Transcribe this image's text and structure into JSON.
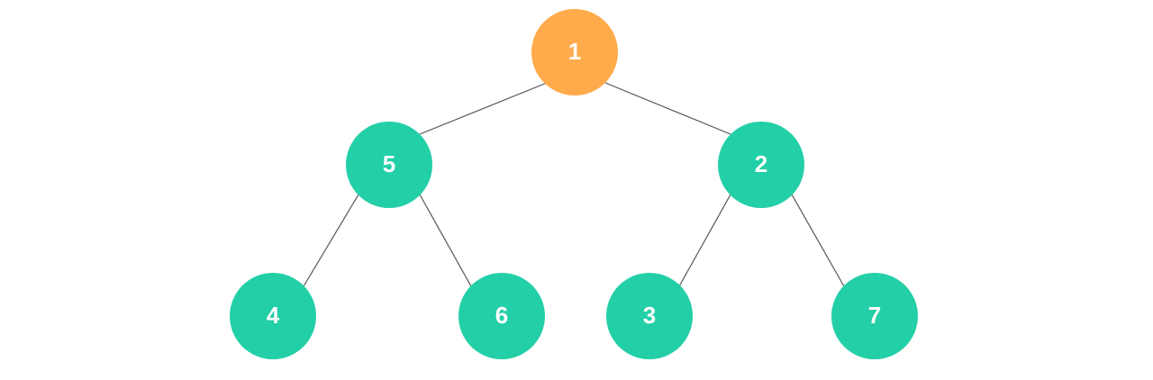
{
  "colors": {
    "root_fill": "#FFAB4C",
    "node_fill": "#23CFA7",
    "edge_stroke": "#555555",
    "label_color": "#FFFFFF"
  },
  "nodes": {
    "n1": {
      "label": "1",
      "role": "root"
    },
    "n5": {
      "label": "5",
      "role": "node"
    },
    "n2": {
      "label": "2",
      "role": "node"
    },
    "n4": {
      "label": "4",
      "role": "node"
    },
    "n6": {
      "label": "6",
      "role": "node"
    },
    "n3": {
      "label": "3",
      "role": "node"
    },
    "n7": {
      "label": "7",
      "role": "node"
    }
  },
  "edges": [
    [
      "n1",
      "n5"
    ],
    [
      "n1",
      "n2"
    ],
    [
      "n5",
      "n4"
    ],
    [
      "n5",
      "n6"
    ],
    [
      "n2",
      "n3"
    ],
    [
      "n2",
      "n7"
    ]
  ]
}
